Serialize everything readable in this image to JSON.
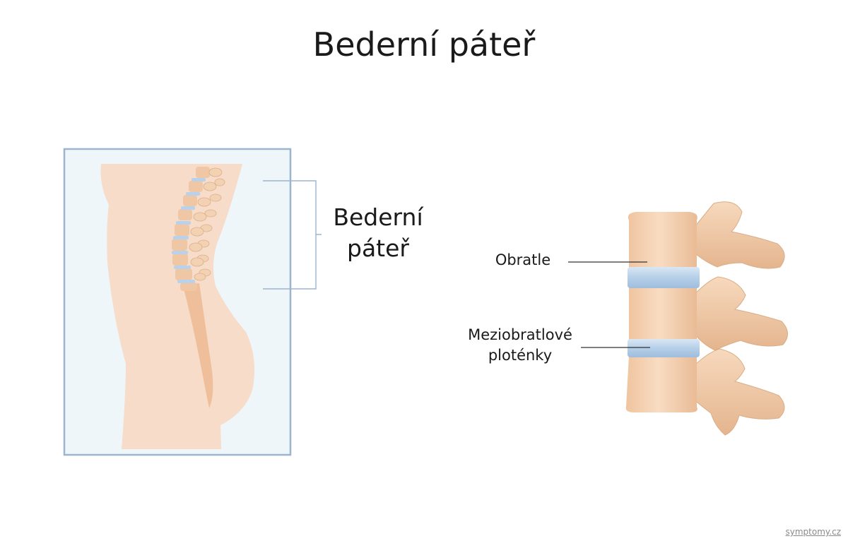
{
  "title": "Bederní páteř",
  "inset_label_line1": "Bederní",
  "inset_label_line2": "páteř",
  "labels": {
    "vertebrae": "Obratle",
    "discs_line1": "Meziobratlové",
    "discs_line2": "ploténky"
  },
  "watermark": "symptomy.cz",
  "colors": {
    "skin": "#f6dcc9",
    "bone": "#f3ccaa",
    "bone_shadow": "#e2b48d",
    "disc": "#bcd4ea",
    "panel_fill": "#eef6fa",
    "panel_border": "#9db4cf"
  }
}
